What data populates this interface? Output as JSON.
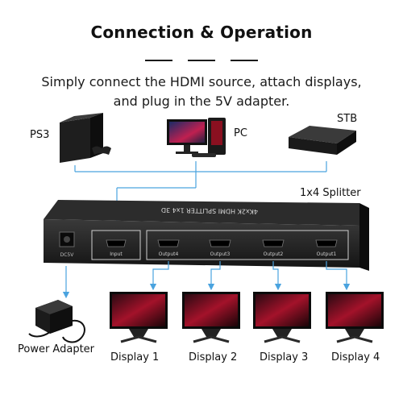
{
  "header": {
    "title": "Connection & Operation",
    "subtitle_line1": "Simply connect the HDMI source, attach displays,",
    "subtitle_line2": "and plug in the 5V adapter."
  },
  "sources": {
    "ps3_label": "PS3",
    "pc_label": "PC",
    "stb_label": "STB"
  },
  "splitter": {
    "label": "1x4 Splitter",
    "brand_text": "4Kx2K HDMI SPLITTER 1x4 3D",
    "power_port_label": "DC5V",
    "input_label": "Input",
    "output_labels": [
      "Output4",
      "Output3",
      "Output2",
      "Output1"
    ]
  },
  "power_adapter_label": "Power Adapter",
  "displays": [
    "Display 1",
    "Display 2",
    "Display 3",
    "Display 4"
  ],
  "colors": {
    "connector_line": "#4aa3df",
    "device_body": "#1c1c1c",
    "port_outline": "#cfcfcf"
  }
}
